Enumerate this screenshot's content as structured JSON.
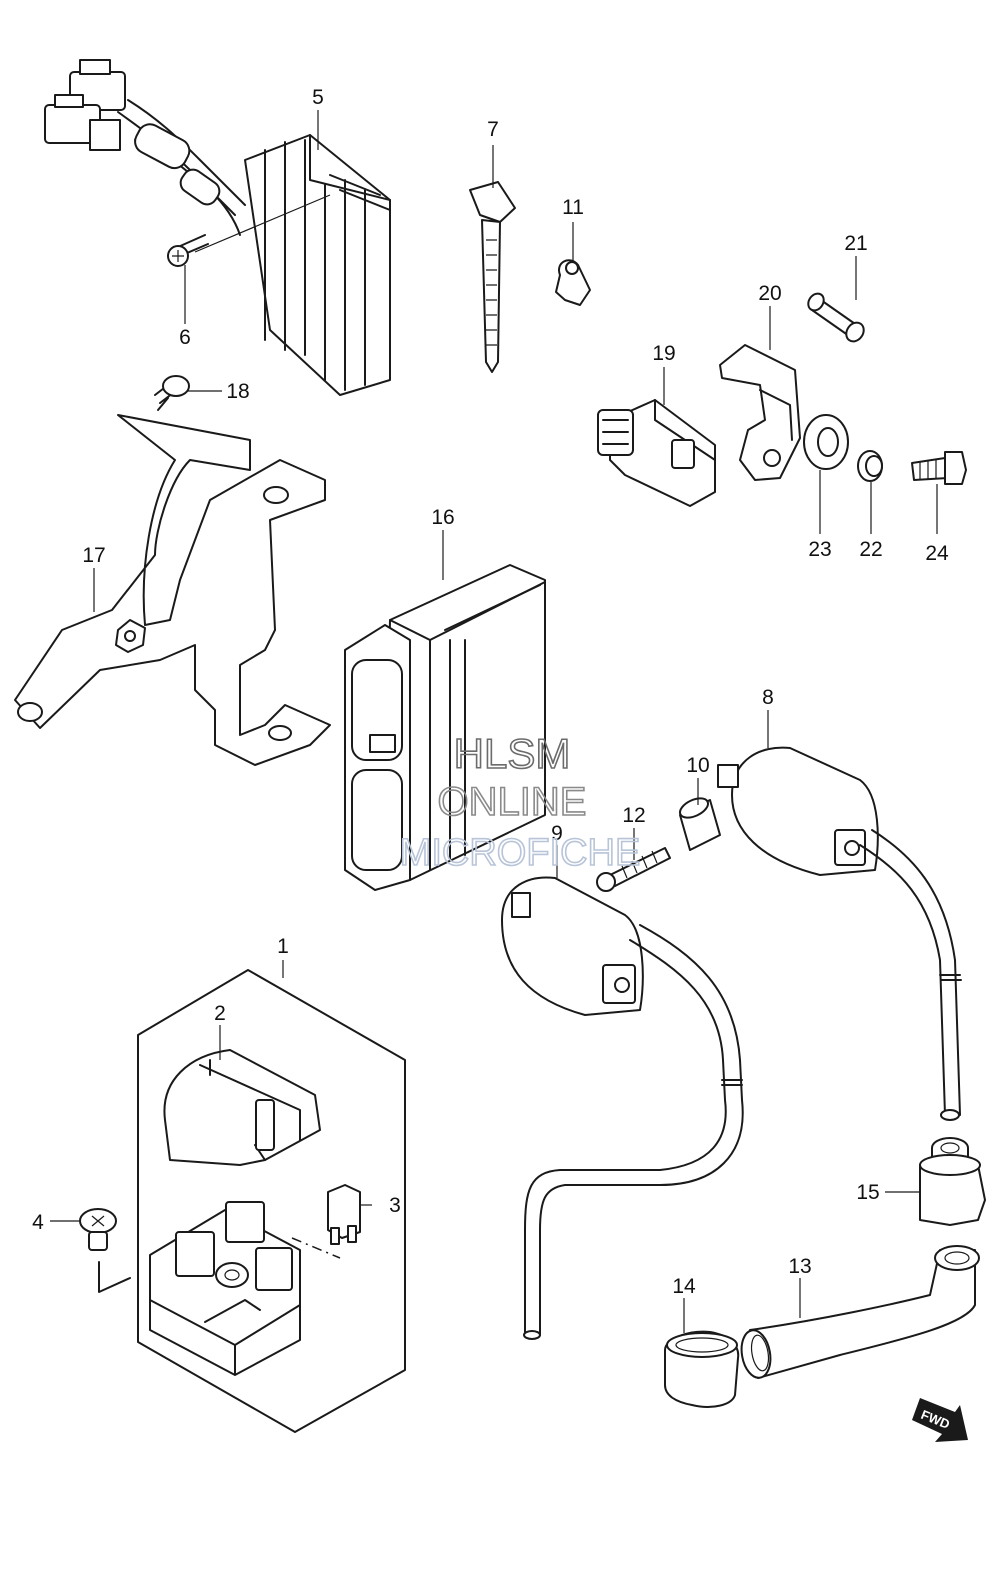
{
  "diagram": {
    "callouts": [
      "1",
      "2",
      "3",
      "4",
      "5",
      "6",
      "7",
      "8",
      "9",
      "10",
      "11",
      "12",
      "13",
      "14",
      "15",
      "16",
      "17",
      "18",
      "19",
      "20",
      "21",
      "22",
      "23",
      "24"
    ],
    "direction_marker": "FWD",
    "watermark": [
      "HLSM",
      "ONLINE",
      "MICROFICHE"
    ],
    "colors": {
      "line": "#1a1a1a",
      "background": "#ffffff",
      "watermark": "#6b6b6b"
    }
  }
}
